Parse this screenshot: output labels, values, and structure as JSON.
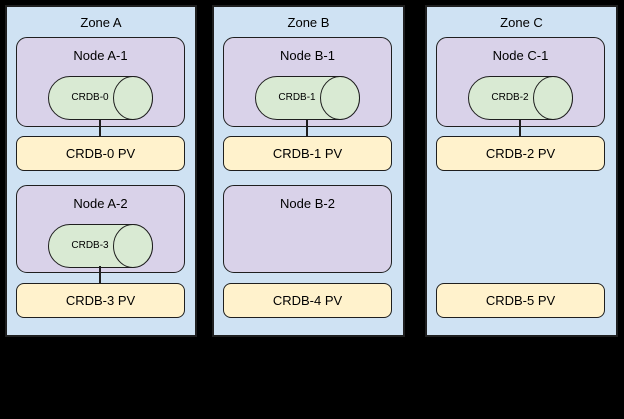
{
  "colors": {
    "canvas_bg": "#000000",
    "zone_fill": "#cfe2f3",
    "node_fill": "#d9d2e9",
    "pod_fill": "#d9ead3",
    "pv_fill": "#fff2cc",
    "stroke": "#1f1f1f"
  },
  "zones": [
    {
      "label": "Zone A",
      "node1": {
        "label": "Node A-1",
        "pod": "CRDB-0"
      },
      "pv1": "CRDB-0 PV",
      "node2": {
        "label": "Node A-2",
        "pod": "CRDB-3"
      },
      "pv2": "CRDB-3 PV"
    },
    {
      "label": "Zone B",
      "node1": {
        "label": "Node B-1",
        "pod": "CRDB-1"
      },
      "pv1": "CRDB-1 PV",
      "node2": {
        "label": "Node B-2"
      },
      "pv2": "CRDB-4 PV"
    },
    {
      "label": "Zone C",
      "node1": {
        "label": "Node C-1",
        "pod": "CRDB-2"
      },
      "pv1": "CRDB-2 PV",
      "pv2": "CRDB-5 PV"
    }
  ]
}
